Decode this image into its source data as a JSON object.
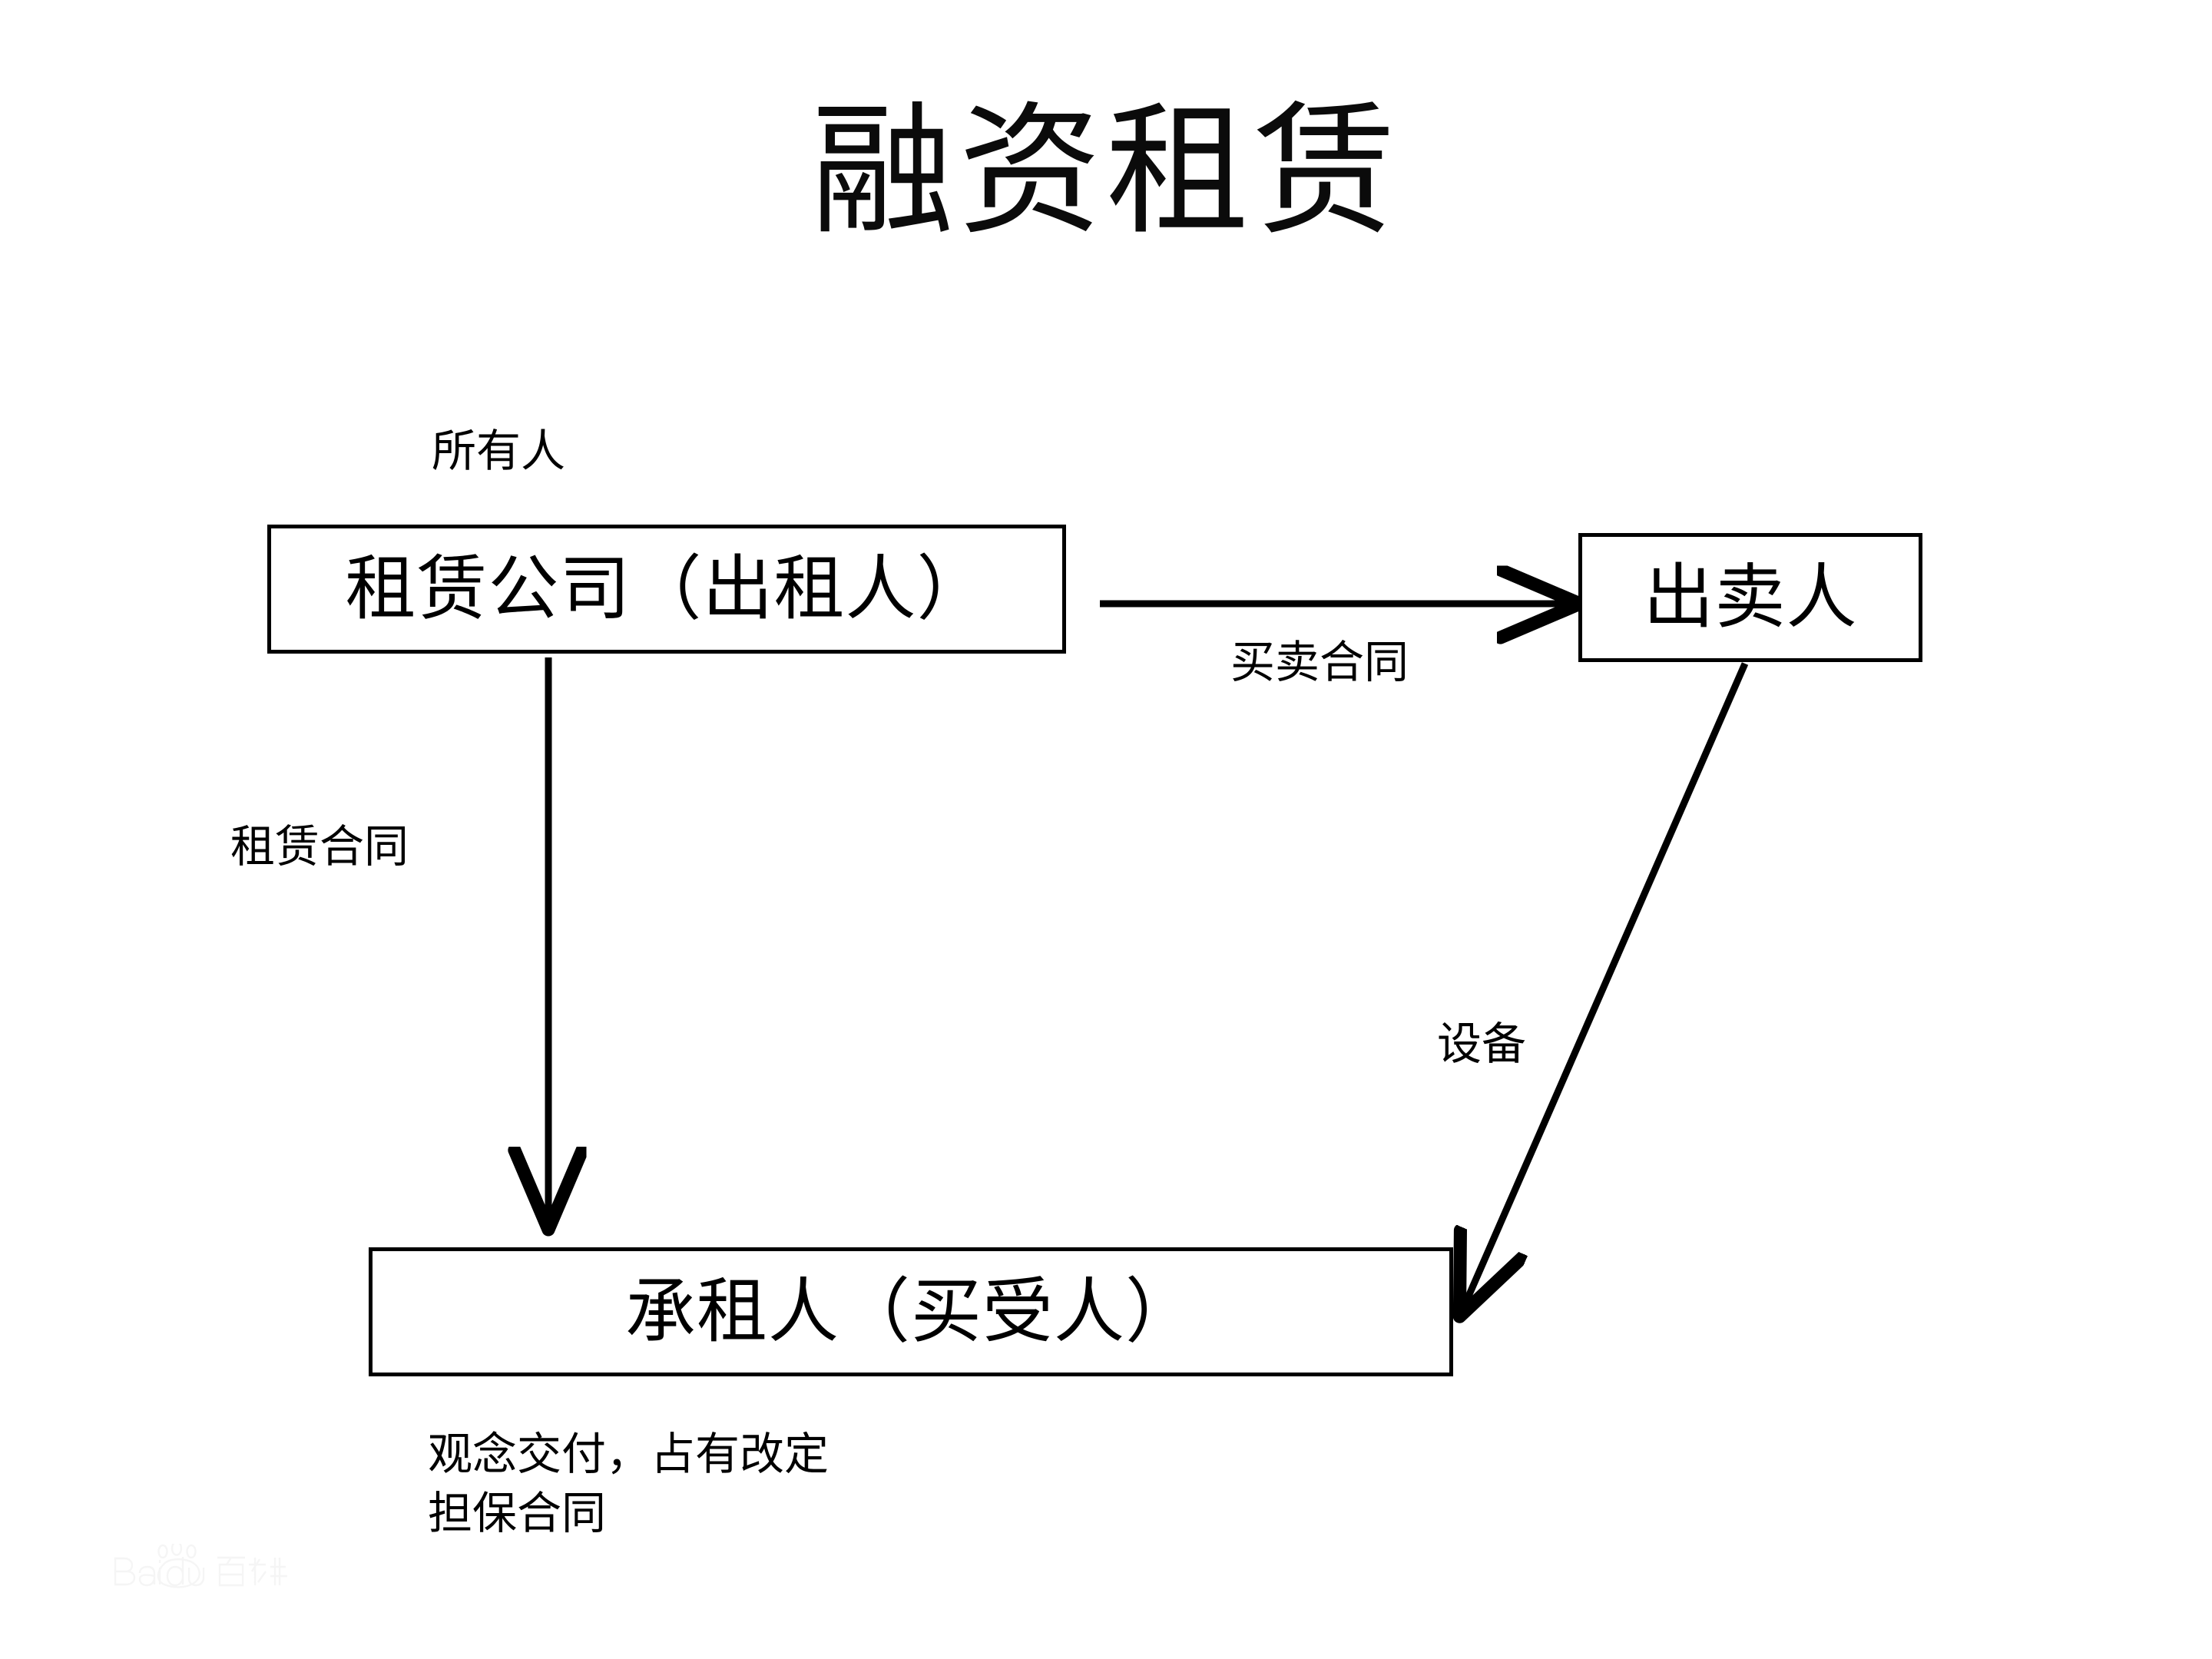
{
  "page": {
    "title": "融资租赁",
    "background_color": "#ffffff",
    "ink_color": "#000000"
  },
  "diagram": {
    "type": "flow-diagram",
    "title": "融资租赁",
    "nodes": [
      {
        "id": "lessor",
        "label": "租赁公司（出租人）"
      },
      {
        "id": "seller",
        "label": "出卖人"
      },
      {
        "id": "lessee",
        "label": "承租人（买受人）"
      }
    ],
    "edges": [
      {
        "id": "sale",
        "from": "lessor",
        "to": "seller",
        "label": "买卖合同",
        "direction": "right"
      },
      {
        "id": "lease",
        "from": "lessor",
        "to": "lessee",
        "label": "租赁合同",
        "direction": "down"
      },
      {
        "id": "equipment",
        "from": "seller",
        "to": "lessee",
        "label": "设备",
        "direction": "diagonal-down-left"
      }
    ],
    "annotations": [
      {
        "id": "owner",
        "label": "所有人",
        "attached_to": "lessor",
        "position": "above"
      }
    ],
    "notes": {
      "attached_to": "lessee",
      "lines": [
        "观念交付，占有改定",
        "担保合同"
      ]
    }
  },
  "watermark": {
    "text": "Baidu 百科",
    "brand": "Baidu",
    "suffix": "百科"
  }
}
